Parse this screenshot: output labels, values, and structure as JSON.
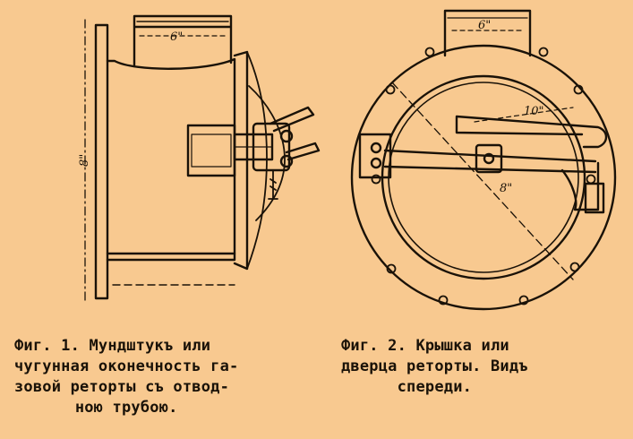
{
  "figure1": {
    "dims": {
      "top_width": "6\"",
      "height": "8\""
    },
    "caption": {
      "line1": "Фиг. 1. Мундштукъ или",
      "line2": "чугунная оконечность га-",
      "line3": "зовой реторты съ отвод-",
      "line4": "ною трубою."
    }
  },
  "figure2": {
    "dims": {
      "top_width": "6\"",
      "handle_length": "10\"",
      "diagonal": "8\""
    },
    "caption": {
      "line1": "Фиг.  2.  Крышка  или",
      "line2": "дверца  реторты.  Видъ",
      "line3": "спереди."
    }
  },
  "colors": {
    "background": "#f8c990",
    "ink": "#1a1208"
  }
}
